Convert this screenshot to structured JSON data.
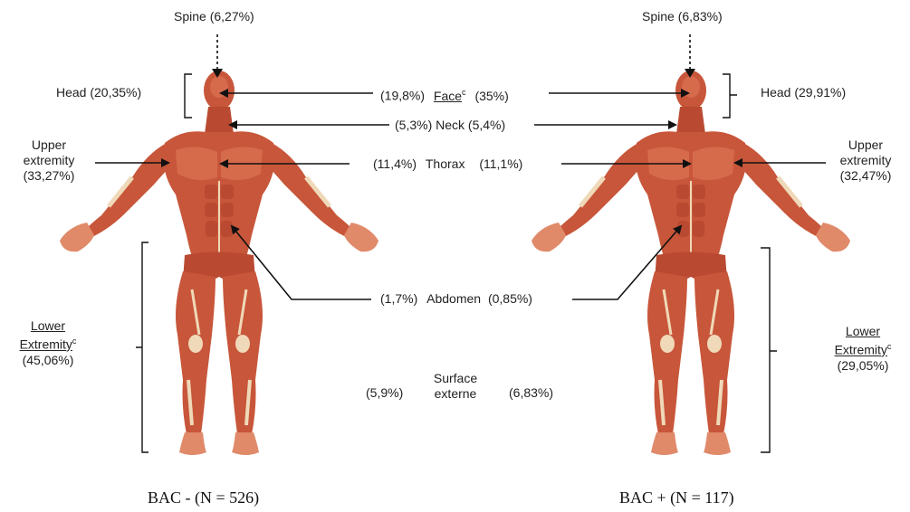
{
  "left_figure": {
    "spine": "Spine (6,27%)",
    "head": "Head (20,35%)",
    "upper_line1": "Upper",
    "upper_line2": "extremity",
    "upper_value": "(33,27%)",
    "lower_line1": "Lower",
    "lower_line2": "Extremity",
    "lower_sup": "c",
    "lower_value": "(45,06%)",
    "caption": "BAC -  (N = 526)"
  },
  "right_figure": {
    "spine": "Spine (6,83%)",
    "head": "Head (29,91%)",
    "upper_line1": "Upper",
    "upper_line2": "extremity",
    "upper_value": "(32,47%)",
    "lower_line1": "Lower",
    "lower_line2": "Extremity",
    "lower_sup": "c",
    "lower_value": "(29,05%)",
    "caption": "BAC + (N = 117)"
  },
  "center": {
    "face_left": "(19,8%)",
    "face_label": "Face",
    "face_sup": "c",
    "face_right": "(35%)",
    "neck": "(5,3%)  Neck (5,4%)",
    "thorax_left": "(11,4%)",
    "thorax_label": "Thorax",
    "thorax_right": "(11,1%)",
    "abdomen_left": "(1,7%)",
    "abdomen_label": "Abdomen",
    "abdomen_right": "(0,85%)",
    "surface_left": "(5,9%)",
    "surface_line1": "Surface",
    "surface_line2": "externe",
    "surface_right": "(6,83%)"
  },
  "colors": {
    "muscle": "#c8563a",
    "muscle_light": "#e08a6a",
    "tendon": "#efd9b8",
    "arrow": "#111111"
  }
}
